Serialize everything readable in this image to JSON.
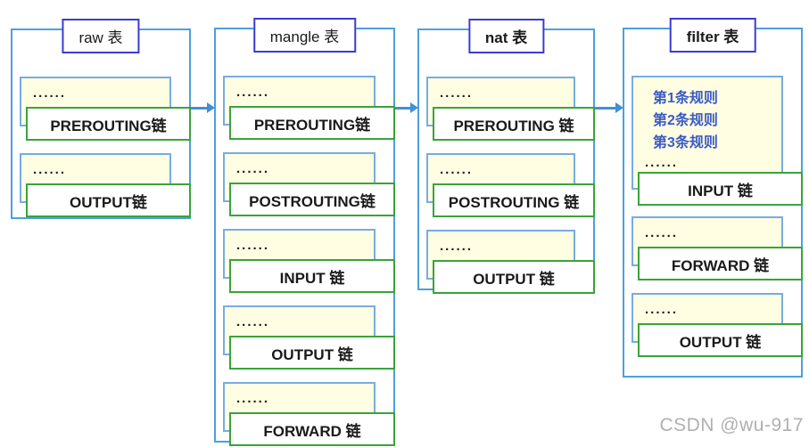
{
  "page": {
    "watermark": "CSDN @wu-917"
  },
  "colors": {
    "container_border": "#4da0dd",
    "title_border": "#3b3bd0",
    "placeholder_fill": "#fffee3",
    "placeholder_border": "#76addf",
    "chain_border": "#3aa33a",
    "arrow": "#4090d8",
    "rule_text": "#3b5bc4",
    "text": "#1a1a1a",
    "watermark_text": "#b0b0b0"
  },
  "tables": [
    {
      "id": "raw",
      "title": "raw 表",
      "title_bold": false,
      "groups": [
        {
          "dots": "......",
          "chain": "PREROUTING链"
        },
        {
          "dots": "......",
          "chain": "OUTPUT链"
        }
      ]
    },
    {
      "id": "mangle",
      "title": "mangle 表",
      "title_bold": false,
      "groups": [
        {
          "dots": "......",
          "chain": "PREROUTING链"
        },
        {
          "dots": "......",
          "chain": "POSTROUTING链"
        },
        {
          "dots": "......",
          "chain": "INPUT 链"
        },
        {
          "dots": "......",
          "chain": "OUTPUT 链"
        },
        {
          "dots": "......",
          "chain": "FORWARD 链"
        }
      ]
    },
    {
      "id": "nat",
      "title": "nat 表",
      "title_bold": true,
      "groups": [
        {
          "dots": "......",
          "chain": "PREROUTING 链"
        },
        {
          "dots": "......",
          "chain": "POSTROUTING 链"
        },
        {
          "dots": "......",
          "chain": "OUTPUT 链"
        }
      ]
    },
    {
      "id": "filter",
      "title": "filter 表",
      "title_bold": true,
      "groups": [
        {
          "rules": [
            "第1条规则",
            "第2条规则",
            "第3条规则"
          ],
          "dots": "......",
          "chain": "INPUT 链"
        },
        {
          "dots": "......",
          "chain": "FORWARD 链"
        },
        {
          "dots": "......",
          "chain": "OUTPUT 链"
        }
      ]
    }
  ],
  "arrows": [
    {
      "from": "raw",
      "to": "mangle"
    },
    {
      "from": "mangle",
      "to": "nat"
    },
    {
      "from": "nat",
      "to": "filter"
    }
  ]
}
